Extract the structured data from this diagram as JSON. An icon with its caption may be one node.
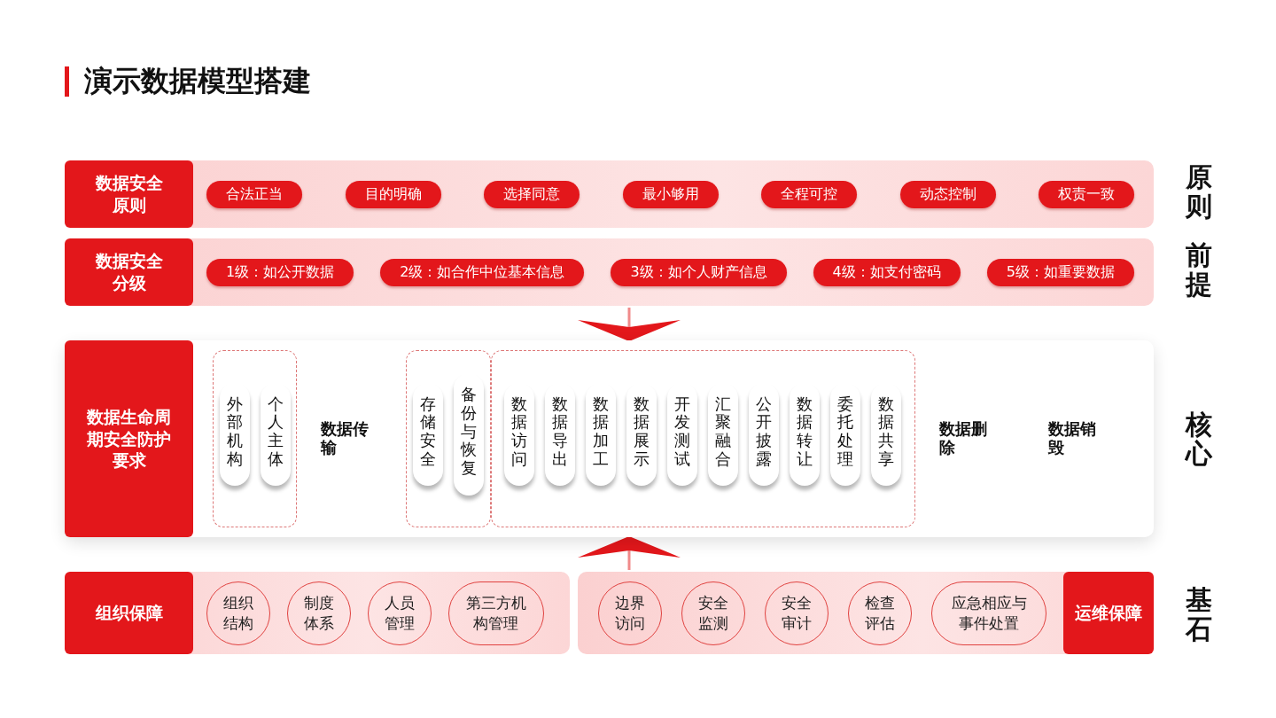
{
  "diagram": {
    "title": "演示数据模型搭建",
    "nodes": [
      {
        "text": [],
        "shape": "band"
      },
      {
        "text": [
          "数据安全原则"
        ],
        "in": 0
      },
      {
        "text": [
          "合法正当"
        ],
        "in": 0
      },
      {
        "text": [
          "目的明确"
        ],
        "in": 0
      },
      {
        "text": [
          "选择同意"
        ],
        "in": 0
      },
      {
        "text": [
          "最小够用"
        ],
        "in": 0
      },
      {
        "text": [
          "全程可控"
        ],
        "in": 0
      },
      {
        "text": [
          "动态控制"
        ],
        "in": 0
      },
      {
        "text": [
          "权责一致"
        ],
        "in": 0
      },
      {
        "text": [],
        "shape": "band"
      },
      {
        "text": [
          "数据安全分级"
        ],
        "in": 9
      },
      {
        "text": [
          "1级：如公开数据"
        ],
        "in": 9
      },
      {
        "text": [
          "2级：如合作中位基本信息"
        ],
        "in": 9
      },
      {
        "text": [
          "3级：如个人财产信息"
        ],
        "in": 9
      },
      {
        "text": [
          "4级：如支付密码"
        ],
        "in": 9
      },
      {
        "text": [
          "5级：如重要数据"
        ],
        "in": 9
      },
      {
        "text": [],
        "shape": "box"
      },
      {
        "text": [
          "数据生命周期安全防护要求"
        ],
        "in": 16
      },
      {
        "text": [],
        "shape": "box",
        "in": 16
      },
      {
        "text": [
          "外部机构"
        ],
        "in": 18
      },
      {
        "text": [
          "个人主体"
        ],
        "in": 18
      },
      {
        "text": [
          "数据传输"
        ],
        "in": 16
      },
      {
        "text": [],
        "shape": "box",
        "in": 16
      },
      {
        "text": [
          "存储安全"
        ],
        "in": 22
      },
      {
        "text": [
          "备份与恢复"
        ],
        "in": 22
      },
      {
        "text": [],
        "shape": "box",
        "in": 16
      },
      {
        "text": [
          "数据访问"
        ],
        "in": 25
      },
      {
        "text": [
          "数据导出"
        ],
        "in": 25
      },
      {
        "text": [
          "数据加工"
        ],
        "in": 25
      },
      {
        "text": [
          "数据展示"
        ],
        "in": 25
      },
      {
        "text": [
          "开发测试"
        ],
        "in": 25
      },
      {
        "text": [
          "汇聚融合"
        ],
        "in": 25
      },
      {
        "text": [
          "公开披露"
        ],
        "in": 25
      },
      {
        "text": [
          "数据转让"
        ],
        "in": 25
      },
      {
        "text": [
          "委托处理"
        ],
        "in": 25
      },
      {
        "text": [
          "数据共享"
        ],
        "in": 25
      },
      {
        "text": [
          "数据删除"
        ],
        "in": 16
      },
      {
        "text": [
          "数据销毁"
        ],
        "in": 16
      },
      {
        "text": [],
        "shape": "band"
      },
      {
        "text": [
          "组织保障"
        ],
        "in": 38
      },
      {
        "text": [
          "组织结构"
        ],
        "in": 38
      },
      {
        "text": [
          "制度体系"
        ],
        "in": 38
      },
      {
        "text": [
          "人员管理"
        ],
        "in": 38
      },
      {
        "text": [
          "第三方机构管理"
        ],
        "in": 38
      },
      {
        "text": [],
        "shape": "band"
      },
      {
        "text": [
          "边界访问"
        ],
        "in": 44
      },
      {
        "text": [
          "安全监测"
        ],
        "in": 44
      },
      {
        "text": [
          "安全审计"
        ],
        "in": 44
      },
      {
        "text": [
          "检查评估"
        ],
        "in": 44
      },
      {
        "text": [
          "应急相应与事件处置"
        ],
        "in": 44
      },
      {
        "text": [
          "运维保障"
        ],
        "in": 44
      }
    ],
    "edges": [
      {
        "from": 9,
        "to": 16,
        "arrow": "to"
      },
      {
        "from": 44,
        "to": 16,
        "arrow": "to"
      }
    ],
    "labels": [
      "原则",
      "前提",
      "核心",
      "基石"
    ]
  }
}
